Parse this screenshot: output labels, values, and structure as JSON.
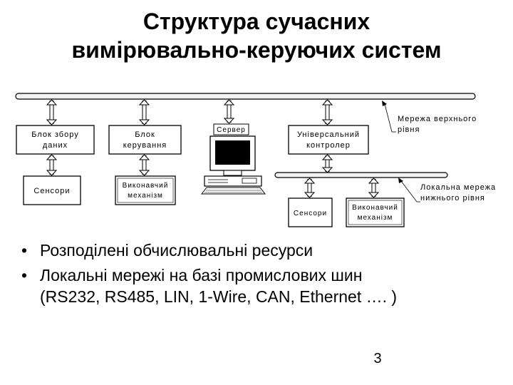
{
  "title": {
    "line1": "Структура сучасних",
    "line2": "вимірювально-керуючих систем"
  },
  "diagram": {
    "upper_bus_label": {
      "line1": "Мережа верхнього",
      "line2": "рівня"
    },
    "lower_bus_label": {
      "line1": "Локальна мережа",
      "line2": "нижнього рівня"
    },
    "blocks": {
      "data_acquisition": {
        "line1": "Блок збору",
        "line2": "даних"
      },
      "control": {
        "line1": "Блок",
        "line2": "керування"
      },
      "server": "Сервер",
      "universal_controller": {
        "line1": "Універсальний",
        "line2": "контролер"
      },
      "sensors_left": "Сенсори",
      "actuator_left": {
        "line1": "Виконавчий",
        "line2": "механізм"
      },
      "sensors_right": "Сенсори",
      "actuator_right": {
        "line1": "Виконавчий",
        "line2": "механізм"
      }
    }
  },
  "bullets": {
    "item1": "Розподілені обчислювальні ресурси",
    "item2_line1": "Локальні мережі на базі промислових шин",
    "item2_line2": "(RS232, RS485, LIN, 1-Wire, CAN, Ethernet …. )"
  },
  "page_number": "3",
  "colors": {
    "line": "#000000",
    "bus_fill": "#f2f2f2",
    "monitor_screen": "#000000",
    "background": "#ffffff"
  }
}
